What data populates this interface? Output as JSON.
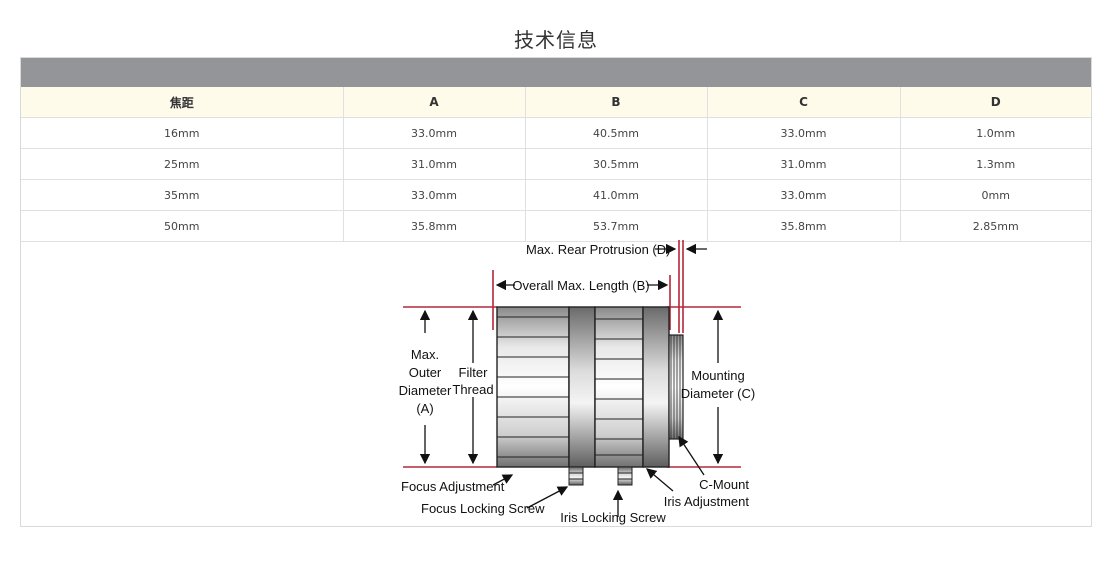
{
  "title": "技术信息",
  "table": {
    "headers": [
      "焦距",
      "A",
      "B",
      "C",
      "D"
    ],
    "rows": [
      [
        "16mm",
        "33.0mm",
        "40.5mm",
        "33.0mm",
        "1.0mm"
      ],
      [
        "25mm",
        "31.0mm",
        "30.5mm",
        "31.0mm",
        "1.3mm"
      ],
      [
        "35mm",
        "33.0mm",
        "41.0mm",
        "33.0mm",
        "0mm"
      ],
      [
        "50mm",
        "35.8mm",
        "53.7mm",
        "35.8mm",
        "2.85mm"
      ]
    ]
  },
  "diagram": {
    "rear_protrusion": "Max. Rear Protrusion (D)",
    "overall_length": "Overall Max. Length (B)",
    "outer_diameter": [
      "Max.",
      "Outer",
      "Diameter",
      "(A)"
    ],
    "filter_thread": [
      "Filter",
      "Thread"
    ],
    "mounting_diameter": [
      "Mounting",
      "Diameter (C)"
    ],
    "focus_adjustment": "Focus Adjustment",
    "focus_locking_screw": "Focus Locking Screw",
    "iris_locking_screw": "Iris Locking Screw",
    "c_mount": "C-Mount",
    "iris_adjustment": "Iris Adjustment",
    "dimension_line_color": "#b5283a"
  }
}
